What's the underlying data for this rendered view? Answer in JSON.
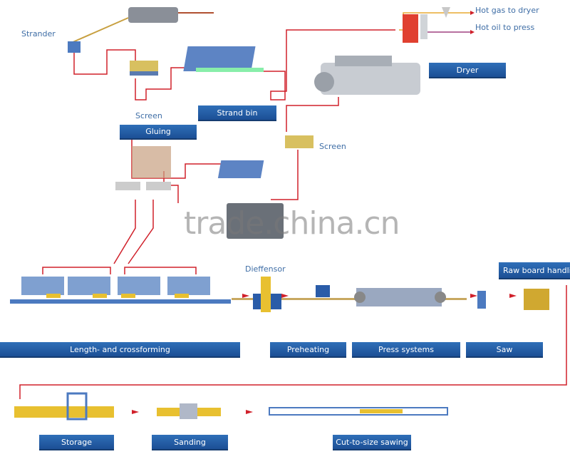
{
  "labels": {
    "strander": "Strander",
    "hot_gas": "Hot gas to dryer",
    "hot_oil": "Hot oil to press",
    "dryer": "Dryer",
    "strand_bin": "Strand bin",
    "screen1": "Screen",
    "gluing": "Gluing",
    "screen2": "Screen",
    "dieffensor": "Dieffensor",
    "raw_board": "Raw board handling",
    "forming": "Length- and crossforming",
    "preheating": "Preheating",
    "press": "Press systems",
    "saw": "Saw",
    "storage": "Storage",
    "sanding": "Sanding",
    "cut_to_size": "Cut-to-size sawing"
  },
  "watermark": "trade.china.cn",
  "colors": {
    "flow_line": "#d0202a",
    "label_bg": "#2060a8",
    "text": "#3f6ea6"
  }
}
